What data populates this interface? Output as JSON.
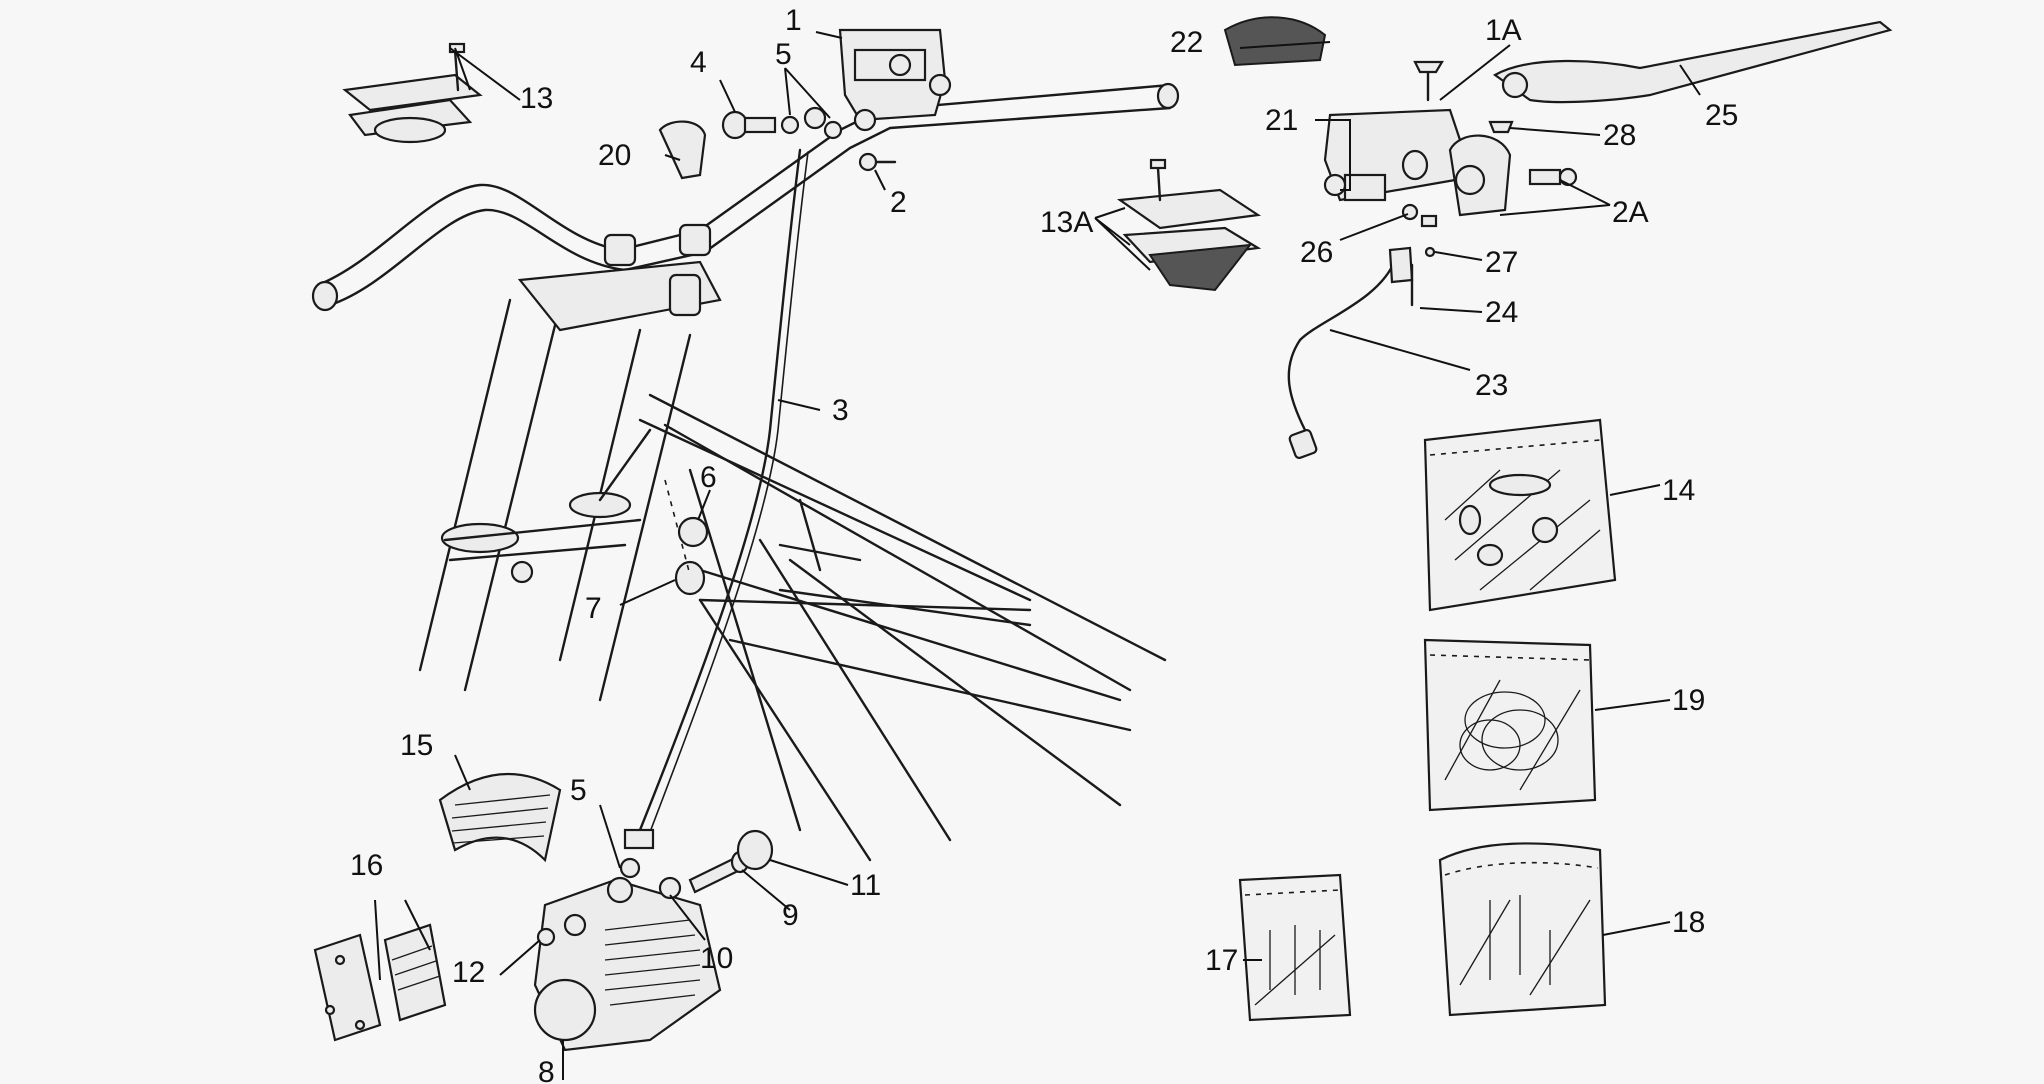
{
  "callouts": [
    {
      "id": "c1",
      "text": "1"
    },
    {
      "id": "c1a",
      "text": "1A"
    },
    {
      "id": "c2",
      "text": "2"
    },
    {
      "id": "c2a",
      "text": "2A"
    },
    {
      "id": "c3",
      "text": "3"
    },
    {
      "id": "c4",
      "text": "4"
    },
    {
      "id": "c5a",
      "text": "5"
    },
    {
      "id": "c5b",
      "text": "5"
    },
    {
      "id": "c6",
      "text": "6"
    },
    {
      "id": "c7",
      "text": "7"
    },
    {
      "id": "c8",
      "text": "8"
    },
    {
      "id": "c9",
      "text": "9"
    },
    {
      "id": "c10",
      "text": "10"
    },
    {
      "id": "c11",
      "text": "11"
    },
    {
      "id": "c12",
      "text": "12"
    },
    {
      "id": "c13",
      "text": "13"
    },
    {
      "id": "c13a",
      "text": "13A"
    },
    {
      "id": "c14",
      "text": "14"
    },
    {
      "id": "c15",
      "text": "15"
    },
    {
      "id": "c16",
      "text": "16"
    },
    {
      "id": "c17",
      "text": "17"
    },
    {
      "id": "c18",
      "text": "18"
    },
    {
      "id": "c19",
      "text": "19"
    },
    {
      "id": "c20",
      "text": "20"
    },
    {
      "id": "c21",
      "text": "21"
    },
    {
      "id": "c22",
      "text": "22"
    },
    {
      "id": "c23",
      "text": "23"
    },
    {
      "id": "c24",
      "text": "24"
    },
    {
      "id": "c25",
      "text": "25"
    },
    {
      "id": "c26",
      "text": "26"
    },
    {
      "id": "c27",
      "text": "27"
    },
    {
      "id": "c28",
      "text": "28"
    }
  ]
}
